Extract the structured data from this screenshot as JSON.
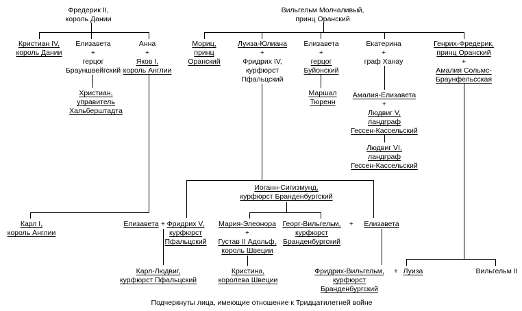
{
  "colors": {
    "background": "#ffffff",
    "line": "#000000",
    "text": "#000000"
  },
  "caption": "Подчеркнуты лица, имеющие отношение к Тридцатилетней войне",
  "nodes": {
    "frederik2": [
      "Фредерик II,",
      "король Дании"
    ],
    "christian4": [
      "Кристиан IV,",
      "король Дании"
    ],
    "elizaveta_braunschweig": [
      "Елизавета",
      "+",
      "герцог",
      "Брауншвейгский"
    ],
    "anna_jakov": [
      "Анна",
      "+",
      "Яков I,",
      "король Англии"
    ],
    "christian_halberstadt": [
      "Христиан,",
      "управитель",
      "Хальберштадта"
    ],
    "wilhelm_silent": [
      "Вильгельм Молчаливый,",
      "принц Оранский"
    ],
    "moritz": [
      "Мориц,",
      "принц",
      "Оранский"
    ],
    "luiza_juliana": [
      "Луиза-Юлиана",
      "+",
      "Фридрих IV,",
      "курфюрст",
      "Пфальцский"
    ],
    "elizaveta_bouillon": [
      "Елизавета",
      "+",
      "герцог",
      "Буйонский"
    ],
    "marshal_turenne": [
      "Маршал",
      "Тюренн"
    ],
    "ekaterina_hanau": [
      "Екатерина",
      "+",
      "граф Ханау"
    ],
    "amalia_elizaveta": [
      "Амалия-Елизавета",
      "+",
      "Людвиг V,",
      "ландграф",
      "Гессен-Кассельский"
    ],
    "ludwig6": [
      "Людвиг VI,",
      "ландграф",
      "Гессен-Кассельский"
    ],
    "heinrich_frederik": [
      "Генрих-Фредерик,",
      "принц Оранский",
      "+",
      "Амалия Сольмс-",
      "Браунфельсская"
    ],
    "johann_sigismund": [
      "Иоганн-Сигизмунд,",
      "курфюрст Бранденбургский"
    ],
    "karl1": [
      "Карл I,",
      "король Англии"
    ],
    "elizaveta_stuart": [
      "Елизавета"
    ],
    "plus1": [
      "+"
    ],
    "friedrich5": [
      "Фридрих V,",
      "курфюрст",
      "Пфальцский"
    ],
    "maria_eleonora": [
      "Мария-Элеонора",
      "+",
      "Густав II Адольф,",
      "король Швеции"
    ],
    "georg_wilhelm": [
      "Георг-Вильгельм,",
      "курфюрст",
      "Бранденбургский"
    ],
    "plus2": [
      "+"
    ],
    "elizaveta_pfalz": [
      "Елизавета"
    ],
    "karl_ludwig": [
      "Карл-Людвиг,",
      "курфюрст Пфальцский"
    ],
    "christina": [
      "Кристина,",
      "королева Швеции"
    ],
    "friedrich_wilhelm": [
      "Фридрих-Вильгельм,",
      "курфюрст",
      "Бранденбургский"
    ],
    "plus3": [
      "+"
    ],
    "luiza": [
      "Луиза"
    ],
    "wilhelm2": [
      "Вильгельм II"
    ]
  }
}
